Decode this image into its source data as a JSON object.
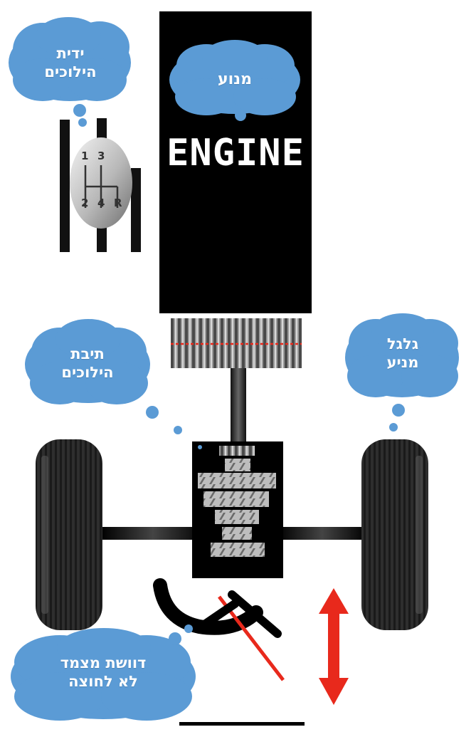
{
  "engine": {
    "label": "ENGINE"
  },
  "callouts": {
    "gear_stick": {
      "line1": "ידית",
      "line2": "הילוכים"
    },
    "engine": {
      "text": "מנוע"
    },
    "gearbox": {
      "line1": "תיבת",
      "line2": "הילוכים"
    },
    "drive_wheel": {
      "line1": "גלגל",
      "line2": "מניע"
    },
    "clutch_pedal": {
      "line1": "דוושת מצמד",
      "line2": "לא לחוצה"
    }
  },
  "shifter": {
    "gears": [
      "1",
      "3",
      "2",
      "4",
      "R"
    ]
  },
  "colors": {
    "cloud": "#5b9bd5",
    "engine_body": "#000000",
    "accent_red": "#e8291c",
    "tire": "#2b2b2b"
  }
}
